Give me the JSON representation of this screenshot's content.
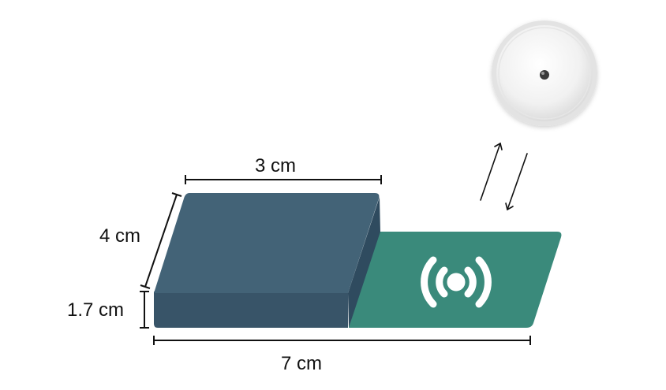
{
  "dimensions": {
    "width_label": "3 cm",
    "depth_label": "4 cm",
    "height_label": "1.7 cm",
    "total_length_label": "7 cm"
  },
  "colors": {
    "box_top": "#436377",
    "box_front": "#385468",
    "box_side": "#2f4b5f",
    "pad": "#3a8a7b",
    "wireless_symbol": "#ffffff",
    "dimension_line": "#111111",
    "sensor_body": "#f2f2f2",
    "sensor_rim": "#dedede"
  },
  "icons": {
    "wireless": "wireless-signal-icon",
    "sensor": "round-sensor-device-icon",
    "transfer": "bidirectional-arrows-icon"
  }
}
